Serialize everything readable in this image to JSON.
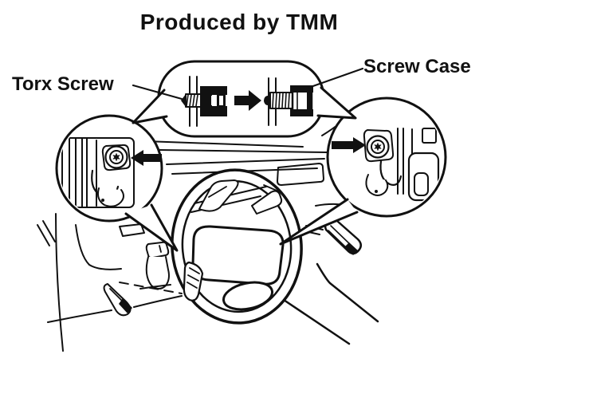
{
  "title": "Produced by TMM",
  "labels": {
    "torx_screw": "Torx Screw",
    "screw_case": "Screw Case"
  },
  "icons": {
    "transition_arrow": "arrow-right",
    "left_callout_arrow": "arrow-left",
    "right_callout_arrow": "arrow-right"
  },
  "colors": {
    "ink": "#111111",
    "background": "#ffffff"
  }
}
